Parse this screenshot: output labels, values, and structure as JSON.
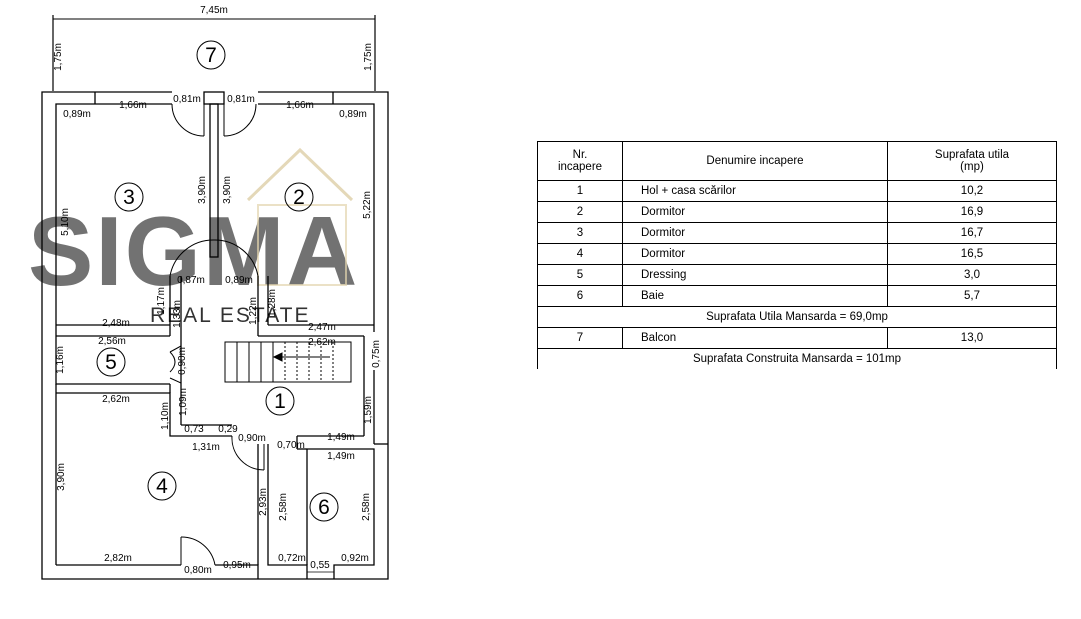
{
  "watermark": {
    "brand": "SIGMA",
    "sub": "REAL ESTATE"
  },
  "plan": {
    "room_numbers": [
      "1",
      "2",
      "3",
      "4",
      "5",
      "6",
      "7"
    ],
    "dims": {
      "balcony_width": "7,45m",
      "balcony_depth": "1,75m",
      "d_089": "0,89m",
      "d_166": "1,66m",
      "d_081": "0,81m",
      "d_390": "3,90m",
      "d_510": "5,10m",
      "d_522": "5,22m",
      "d_087": "0,87m",
      "d_117": "1,17m",
      "d_133": "1,33m",
      "d_122": "1,22m",
      "d_128": "1,28m",
      "d_248": "2,48m",
      "d_247": "2,47m",
      "d_256": "2,56m",
      "d_262": "2,62m",
      "d_116": "1,16m",
      "d_090": "0,90m",
      "d_075": "0,75m",
      "d_159": "1,59m",
      "d_110": "1,10m",
      "d_109": "1,09m",
      "d_073": "0,73",
      "d_029": "0,29",
      "d_131": "1,31m",
      "d_070": "0,70m",
      "d_149": "1,49m",
      "d_293": "2,93m",
      "d_258": "2,58m",
      "d_282": "2,82m",
      "d_080": "0,80m",
      "d_095": "0,95m",
      "d_072": "0,72m",
      "d_055": "0,55",
      "d_092": "0,92m"
    }
  },
  "table": {
    "headers": {
      "nr": [
        "Nr.",
        "incapere"
      ],
      "name": "Denumire incapere",
      "area": [
        "Suprafata utila",
        "(mp)"
      ]
    },
    "rows": [
      {
        "nr": "1",
        "name": "Hol + casa scărilor",
        "area": "10,2"
      },
      {
        "nr": "2",
        "name": "Dormitor",
        "area": "16,9"
      },
      {
        "nr": "3",
        "name": "Dormitor",
        "area": "16,7"
      },
      {
        "nr": "4",
        "name": "Dormitor",
        "area": "16,5"
      },
      {
        "nr": "5",
        "name": "Dressing",
        "area": "3,0"
      },
      {
        "nr": "6",
        "name": "Baie",
        "area": "5,7"
      }
    ],
    "usable_total": "Suprafata Utila Mansarda = 69,0mp",
    "balcony_row": {
      "nr": "7",
      "name": "Balcon",
      "area": "13,0"
    },
    "built_total": "Suprafata Construita Mansarda = 101mp"
  }
}
